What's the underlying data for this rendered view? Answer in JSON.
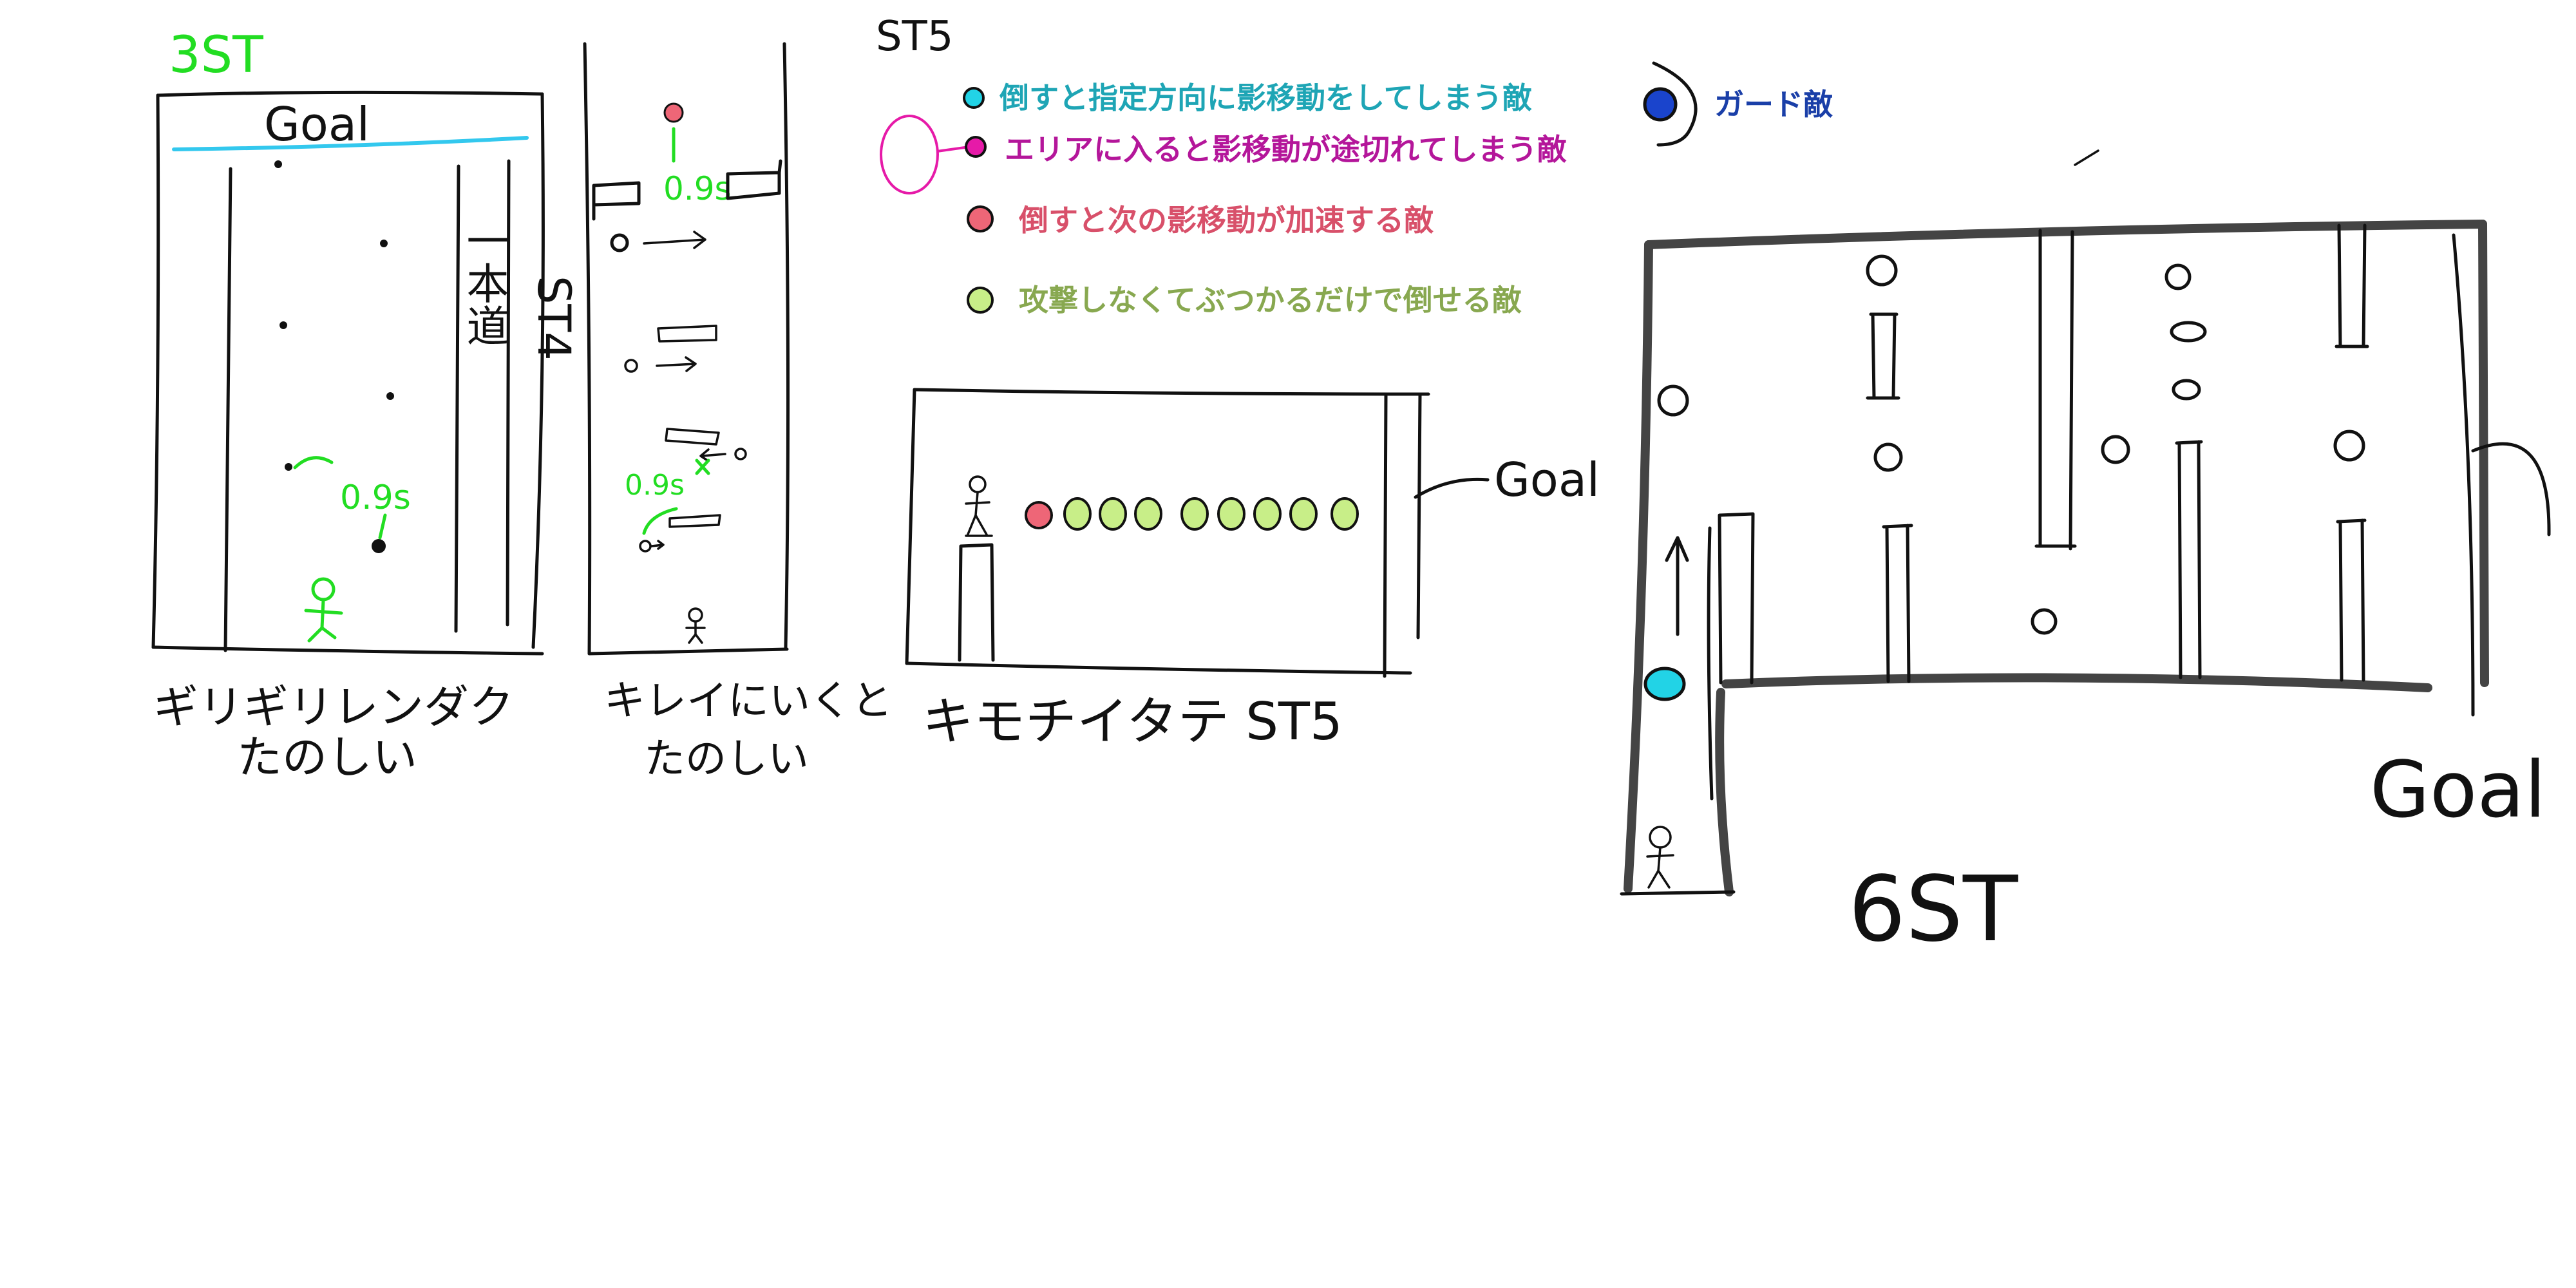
{
  "colors": {
    "ink": "#111111",
    "green_note": "#22dd22",
    "cyan_enemy": "#22d3e6",
    "magenta_enemy": "#e61aa8",
    "red_enemy": "#ee6677",
    "lime_enemy": "#c8ee88",
    "guard_enemy": "#1a44cc",
    "legend_cyan_text": "#1ea5b5",
    "legend_magenta_text": "#b4169a",
    "legend_red_text": "#d8506a",
    "legend_green_text": "#88a850",
    "legend_guard_text": "#1a3fa8"
  },
  "stage3": {
    "label": "3ST",
    "goal": "Goal",
    "side_note": "一本道",
    "timing": "0.9s",
    "caption_line1": "ギリギリレンダク",
    "caption_line2": "たのしい"
  },
  "stage4": {
    "label": "ST4",
    "timing_top": "0.9s",
    "timing_bottom": "0.9s",
    "caption_line1": "キレイにいくと",
    "caption_line2": "たのしい"
  },
  "stage5_title": "ST5",
  "legend": {
    "cyan": "倒すと指定方向に影移動をしてしまう敵",
    "magenta": "エリアに入ると影移動が途切れてしまう敵",
    "red": "倒すと次の影移動が加速する敵",
    "green": "攻撃しなくてぶつかるだけで倒せる敵",
    "guard": "ガード敵"
  },
  "stage5": {
    "goal": "Goal",
    "caption": "キモチイタテ ST5"
  },
  "stage6": {
    "label": "6ST",
    "goal": "Goal"
  }
}
